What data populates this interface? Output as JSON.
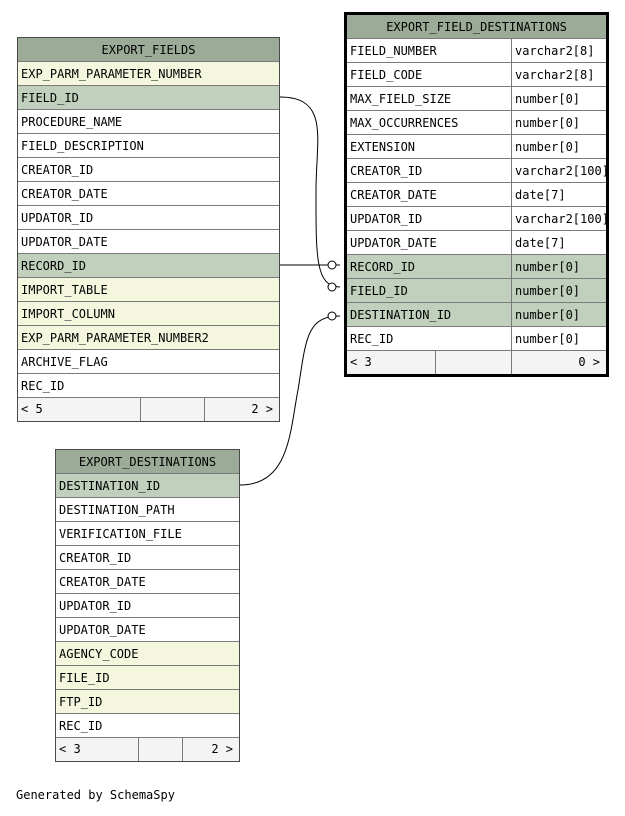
{
  "export_fields": {
    "title": "EXPORT_FIELDS",
    "rows": [
      {
        "name": "EXP_PARM_PARAMETER_NUMBER",
        "kind": "idx"
      },
      {
        "name": "FIELD_ID",
        "kind": "key"
      },
      {
        "name": "PROCEDURE_NAME",
        "kind": "plain"
      },
      {
        "name": "FIELD_DESCRIPTION",
        "kind": "plain"
      },
      {
        "name": "CREATOR_ID",
        "kind": "plain"
      },
      {
        "name": "CREATOR_DATE",
        "kind": "plain"
      },
      {
        "name": "UPDATOR_ID",
        "kind": "plain"
      },
      {
        "name": "UPDATOR_DATE",
        "kind": "plain"
      },
      {
        "name": "RECORD_ID",
        "kind": "key"
      },
      {
        "name": "IMPORT_TABLE",
        "kind": "idx"
      },
      {
        "name": "IMPORT_COLUMN",
        "kind": "idx"
      },
      {
        "name": "EXP_PARM_PARAMETER_NUMBER2",
        "kind": "idx"
      },
      {
        "name": "ARCHIVE_FLAG",
        "kind": "plain"
      },
      {
        "name": "REC_ID",
        "kind": "plain"
      }
    ],
    "footer": {
      "parents": "< 5",
      "children": "2 >"
    }
  },
  "export_field_destinations": {
    "title": "EXPORT_FIELD_DESTINATIONS",
    "rows": [
      {
        "name": "FIELD_NUMBER",
        "type": "varchar2[8]",
        "kind": "plain"
      },
      {
        "name": "FIELD_CODE",
        "type": "varchar2[8]",
        "kind": "plain"
      },
      {
        "name": "MAX_FIELD_SIZE",
        "type": "number[0]",
        "kind": "plain"
      },
      {
        "name": "MAX_OCCURRENCES",
        "type": "number[0]",
        "kind": "plain"
      },
      {
        "name": "EXTENSION",
        "type": "number[0]",
        "kind": "plain"
      },
      {
        "name": "CREATOR_ID",
        "type": "varchar2[100]",
        "kind": "plain"
      },
      {
        "name": "CREATOR_DATE",
        "type": "date[7]",
        "kind": "plain"
      },
      {
        "name": "UPDATOR_ID",
        "type": "varchar2[100]",
        "kind": "plain"
      },
      {
        "name": "UPDATOR_DATE",
        "type": "date[7]",
        "kind": "plain"
      },
      {
        "name": "RECORD_ID",
        "type": "number[0]",
        "kind": "key"
      },
      {
        "name": "FIELD_ID",
        "type": "number[0]",
        "kind": "key"
      },
      {
        "name": "DESTINATION_ID",
        "type": "number[0]",
        "kind": "key"
      },
      {
        "name": "REC_ID",
        "type": "number[0]",
        "kind": "plain"
      }
    ],
    "footer": {
      "parents": "< 3",
      "children": "0 >"
    }
  },
  "export_destinations": {
    "title": "EXPORT_DESTINATIONS",
    "rows": [
      {
        "name": "DESTINATION_ID",
        "kind": "key"
      },
      {
        "name": "DESTINATION_PATH",
        "kind": "plain"
      },
      {
        "name": "VERIFICATION_FILE",
        "kind": "plain"
      },
      {
        "name": "CREATOR_ID",
        "kind": "plain"
      },
      {
        "name": "CREATOR_DATE",
        "kind": "plain"
      },
      {
        "name": "UPDATOR_ID",
        "kind": "plain"
      },
      {
        "name": "UPDATOR_DATE",
        "kind": "plain"
      },
      {
        "name": "AGENCY_CODE",
        "kind": "idx"
      },
      {
        "name": "FILE_ID",
        "kind": "idx"
      },
      {
        "name": "FTP_ID",
        "kind": "idx"
      },
      {
        "name": "REC_ID",
        "kind": "plain"
      }
    ],
    "footer": {
      "parents": "< 3",
      "children": "2 >"
    }
  },
  "colors": {
    "header": "#9cab98",
    "key_column": "#c0d0bd",
    "indexed_column": "#f4f7de",
    "plain_column": "#ffffff",
    "footer": "#f4f4f4"
  },
  "caption": "Generated by SchemaSpy"
}
